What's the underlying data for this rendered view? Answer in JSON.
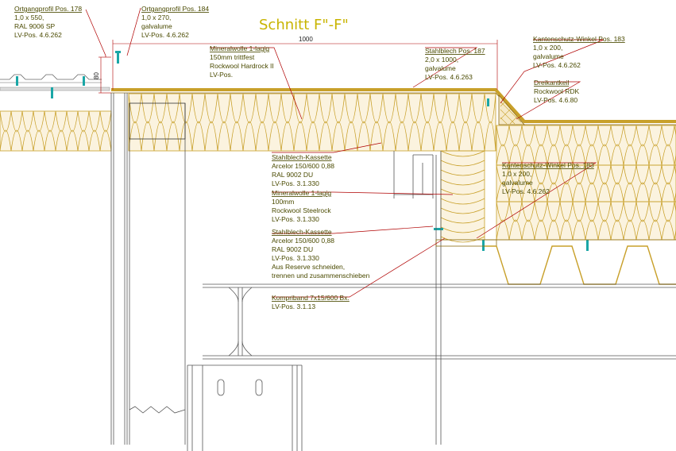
{
  "title": "Schnitt F\"-F\"",
  "dimension_main": "1000",
  "dimension_side": "80",
  "colors": {
    "insulation": "#c8a02a",
    "insulation_fill": "#fbf3df",
    "sheet": "#c8a02a",
    "leader": "#b00000",
    "line": "#555555",
    "label": "#4a4a00",
    "title": "#c8b400",
    "screw": "#1aa6a6"
  },
  "labels": {
    "l1": [
      "Ortgangprofil Pos. 178",
      "1,0 x 550,",
      "RAL 9006 SP",
      "LV-Pos. 4.6.262"
    ],
    "l2": [
      "Ortgangprofil Pos. 184",
      "1,0 x 270,",
      "galvalume",
      "LV-Pos. 4.6.262"
    ],
    "l3": [
      "Mineralwolle 1-lagig",
      "150mm trittfest",
      "Rockwool Hardrock II",
      "LV-Pos."
    ],
    "l4": [
      "Stahlblech Pos. 187",
      "2,0 x 1000,",
      "galvalume",
      "LV-Pos. 4.6.263"
    ],
    "l5": [
      "Kantenschutz-Winkel Pos. 183",
      "1,0 x 200,",
      "galvalume",
      "LV-Pos. 4.6.262"
    ],
    "l6": [
      "Dreikantkeil",
      "Rockwool RDK",
      "LV-Pos. 4.6.80"
    ],
    "l7": [
      "Stahlblech-Kassette",
      "Arcelor 150/600 0,88",
      "RAL 9002 DU",
      "LV-Pos. 3.1.330"
    ],
    "l8": [
      "Mineralwolle 1-lagig",
      "100mm",
      "Rockwool Steelrock",
      "LV-Pos. 3.1.330"
    ],
    "l9": [
      "Kantenschutz-Winkel Pos. 183",
      "1,0 x 200,",
      "galvalume",
      "LV-Pos. 4.6.262"
    ],
    "l10": [
      "Stahlblech-Kassette",
      "Arcelor 150/600 0,88",
      "RAL 9002 DU",
      "LV-Pos. 3.1.330",
      "Aus Reserve schneiden,",
      "trennen und zusammenschieben"
    ],
    "l11": [
      "Kompriband 7x15/600 Bx.",
      "LV-Pos. 3.1.13"
    ]
  }
}
